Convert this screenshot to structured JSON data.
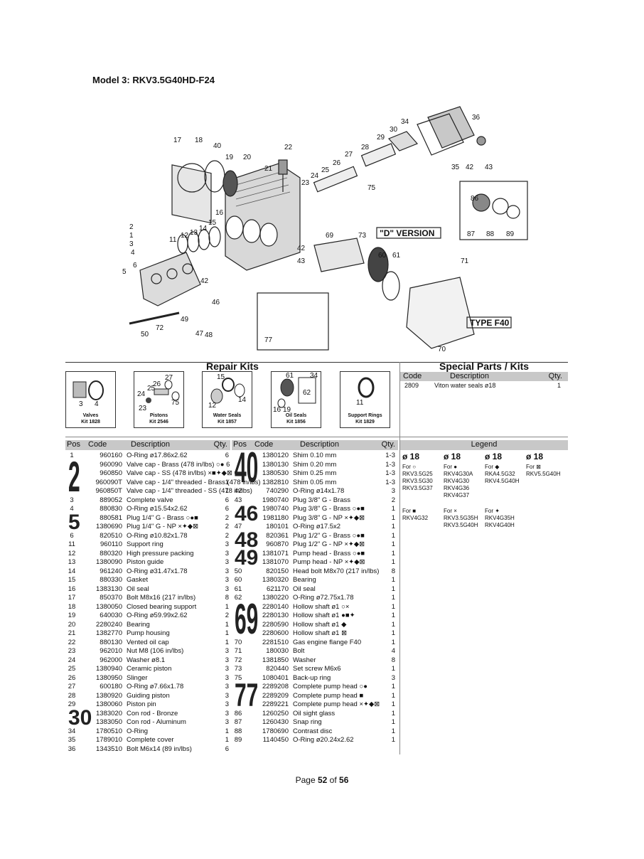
{
  "model_title": "Model 3: RKV3.5G40HD-F24",
  "diagram": {
    "callouts": [
      "17",
      "18",
      "40",
      "19",
      "20",
      "21",
      "22",
      "23",
      "24",
      "25",
      "26",
      "27",
      "28",
      "29",
      "30",
      "34",
      "36",
      "35",
      "42",
      "43",
      "75",
      "86",
      "87",
      "88",
      "89",
      "2",
      "1",
      "3",
      "4",
      "11",
      "12",
      "13",
      "14",
      "15",
      "16",
      "69",
      "73",
      "60",
      "61",
      "42",
      "43",
      "5",
      "6",
      "42",
      "46",
      "49",
      "47",
      "48",
      "50",
      "72",
      "71",
      "77",
      "70"
    ],
    "d_version_label": "\"D\" VERSION",
    "type_label": "TYPE F40"
  },
  "repair_kits": {
    "title": "Repair Kits",
    "kits": [
      {
        "name": "Valves",
        "kit": "Kit 1828",
        "parts": [
          "3",
          "4"
        ]
      },
      {
        "name": "Pistons",
        "kit": "Kit 2546",
        "parts": [
          "27",
          "26",
          "25",
          "24",
          "75",
          "23"
        ]
      },
      {
        "name": "Water Seals",
        "kit": "Kit 1857",
        "parts": [
          "15",
          "14",
          "12"
        ]
      },
      {
        "name": "Oil Seals",
        "kit": "Kit 1856",
        "parts": [
          "61",
          "34",
          "62",
          "16",
          "19"
        ]
      },
      {
        "name": "Support Rings",
        "kit": "Kit 1829",
        "parts": [
          "11"
        ]
      }
    ]
  },
  "special_parts": {
    "title": "Special Parts / Kits",
    "headers": {
      "code": "Code",
      "description": "Description",
      "qty": "Qty."
    },
    "rows": [
      {
        "code": "2809",
        "description": "Viton water seals ø18",
        "qty": "1"
      }
    ]
  },
  "parts_headers": {
    "pos": "Pos",
    "code": "Code",
    "description": "Description",
    "qty": "Qty."
  },
  "parts_left": [
    {
      "pos": "1",
      "code": "960160",
      "desc": "O-Ring ø17.86x2.62",
      "qty": "6"
    },
    {
      "pos": "",
      "code": "960090",
      "desc": "Valve cap - Brass (478 in/lbs) ○● 6",
      "qty": ""
    },
    {
      "pos": "",
      "code": "960850",
      "desc": "Valve cap - SS (478 in/lbs) ×■✦◆⊠ 6",
      "qty": ""
    },
    {
      "pos": "",
      "code": "960090T",
      "desc": "Valve cap - 1/4\" threaded - Brass (478 in/lbs)",
      "qty": "1"
    },
    {
      "pos": "",
      "code": "960850T",
      "desc": "Valve cap - 1/4\" threaded - SS (478 in/lbs)",
      "qty": "1"
    },
    {
      "pos": "3",
      "code": "889052",
      "desc": "Complete valve",
      "qty": "6"
    },
    {
      "pos": "4",
      "code": "880830",
      "desc": "O-Ring ø15.54x2.62",
      "qty": "6"
    },
    {
      "pos": "",
      "code": "880581",
      "desc": "Plug 1/4\" G - Brass ○●■",
      "qty": "2"
    },
    {
      "pos": "",
      "code": "1380690",
      "desc": "Plug 1/4\" G - NP ×✦◆⊠",
      "qty": "2"
    },
    {
      "pos": "6",
      "code": "820510",
      "desc": "O-Ring ø10.82x1.78",
      "qty": "2"
    },
    {
      "pos": "11",
      "code": "960110",
      "desc": "Support ring",
      "qty": "3"
    },
    {
      "pos": "12",
      "code": "880320",
      "desc": "High pressure packing",
      "qty": "3"
    },
    {
      "pos": "13",
      "code": "1380090",
      "desc": "Piston guide",
      "qty": "3"
    },
    {
      "pos": "14",
      "code": "961240",
      "desc": "O-Ring ø31.47x1.78",
      "qty": "3"
    },
    {
      "pos": "15",
      "code": "880330",
      "desc": "Gasket",
      "qty": "3"
    },
    {
      "pos": "16",
      "code": "1383130",
      "desc": "Oil seal",
      "qty": "3"
    },
    {
      "pos": "17",
      "code": "850370",
      "desc": "Bolt M8x16 (217 in/lbs)",
      "qty": "8"
    },
    {
      "pos": "18",
      "code": "1380050",
      "desc": "Closed bearing support",
      "qty": "1"
    },
    {
      "pos": "19",
      "code": "640030",
      "desc": "O-Ring ø59.99x2.62",
      "qty": "2"
    },
    {
      "pos": "20",
      "code": "2280240",
      "desc": "Bearing",
      "qty": "1"
    },
    {
      "pos": "21",
      "code": "1382770",
      "desc": "Pump housing",
      "qty": "1"
    },
    {
      "pos": "22",
      "code": "880130",
      "desc": "Vented oil cap",
      "qty": "1"
    },
    {
      "pos": "23",
      "code": "962010",
      "desc": "Nut M8 (106 in/lbs)",
      "qty": "3"
    },
    {
      "pos": "24",
      "code": "962000",
      "desc": "Washer ø8.1",
      "qty": "3"
    },
    {
      "pos": "25",
      "code": "1380940",
      "desc": "Ceramic piston",
      "qty": "3"
    },
    {
      "pos": "26",
      "code": "1380950",
      "desc": "Slinger",
      "qty": "3"
    },
    {
      "pos": "27",
      "code": "600180",
      "desc": "O-Ring ø7.66x1.78",
      "qty": "3"
    },
    {
      "pos": "28",
      "code": "1380920",
      "desc": "Guiding piston",
      "qty": "3"
    },
    {
      "pos": "29",
      "code": "1380060",
      "desc": "Piston pin",
      "qty": "3"
    },
    {
      "pos": "",
      "code": "1383020",
      "desc": "Con rod - Bronze",
      "qty": "3"
    },
    {
      "pos": "",
      "code": "1383050",
      "desc": "Con rod - Aluminum",
      "qty": "3"
    },
    {
      "pos": "34",
      "code": "1780510",
      "desc": "O-Ring",
      "qty": "1"
    },
    {
      "pos": "35",
      "code": "1789010",
      "desc": "Complete cover",
      "qty": "1"
    },
    {
      "pos": "36",
      "code": "1343510",
      "desc": "Bolt M6x14 (89 in/lbs)",
      "qty": "6"
    }
  ],
  "parts_left_groups": [
    {
      "label": "2",
      "row": 1,
      "span": 4
    },
    {
      "label": "5",
      "row": 7,
      "span": 2
    },
    {
      "label": "30",
      "row": 29,
      "span": 2
    }
  ],
  "parts_right": [
    {
      "pos": "",
      "code": "1380120",
      "desc": "Shim 0.10 mm",
      "qty": "1-3"
    },
    {
      "pos": "",
      "code": "1380130",
      "desc": "Shim 0.20 mm",
      "qty": "1-3"
    },
    {
      "pos": "",
      "code": "1380530",
      "desc": "Shim 0.25 mm",
      "qty": "1-3"
    },
    {
      "pos": "",
      "code": "1382810",
      "desc": "Shim 0.05 mm",
      "qty": "1-3"
    },
    {
      "pos": "42",
      "code": "740290",
      "desc": "O-Ring ø14x1.78",
      "qty": "3"
    },
    {
      "pos": "43",
      "code": "1980740",
      "desc": "Plug 3/8\" G - Brass",
      "qty": "2"
    },
    {
      "pos": "",
      "code": "1980740",
      "desc": "Plug 3/8\" G - Brass ○●■",
      "qty": "1"
    },
    {
      "pos": "",
      "code": "1981180",
      "desc": "Plug 3/8\" G - NP ×✦◆⊠",
      "qty": "1"
    },
    {
      "pos": "47",
      "code": "180101",
      "desc": "O-Ring ø17.5x2",
      "qty": "1"
    },
    {
      "pos": "",
      "code": "820361",
      "desc": "Plug 1/2\" G - Brass ○●■",
      "qty": "1"
    },
    {
      "pos": "",
      "code": "960870",
      "desc": "Plug 1/2\" G - NP ×✦◆⊠",
      "qty": "1"
    },
    {
      "pos": "",
      "code": "1381071",
      "desc": "Pump head - Brass ○●■",
      "qty": "1"
    },
    {
      "pos": "",
      "code": "1381070",
      "desc": "Pump head - NP ×✦◆⊠",
      "qty": "1"
    },
    {
      "pos": "50",
      "code": "820150",
      "desc": "Head bolt M8x70 (217 in/lbs)",
      "qty": "8"
    },
    {
      "pos": "60",
      "code": "1380320",
      "desc": "Bearing",
      "qty": "1"
    },
    {
      "pos": "61",
      "code": "621170",
      "desc": "Oil seal",
      "qty": "1"
    },
    {
      "pos": "62",
      "code": "1380220",
      "desc": "O-Ring ø72.75x1.78",
      "qty": "1"
    },
    {
      "pos": "",
      "code": "2280140",
      "desc": "Hollow shaft ø1 ○×",
      "qty": "1"
    },
    {
      "pos": "",
      "code": "2280130",
      "desc": "Hollow shaft ø1 ●■✦",
      "qty": "1"
    },
    {
      "pos": "",
      "code": "2280590",
      "desc": "Hollow shaft ø1 ◆",
      "qty": "1"
    },
    {
      "pos": "",
      "code": "2280600",
      "desc": "Hollow shaft ø1 ⊠",
      "qty": "1"
    },
    {
      "pos": "70",
      "code": "2281510",
      "desc": "Gas engine flange F40",
      "qty": "1"
    },
    {
      "pos": "71",
      "code": "180030",
      "desc": "Bolt",
      "qty": "4"
    },
    {
      "pos": "72",
      "code": "1381850",
      "desc": "Washer",
      "qty": "8"
    },
    {
      "pos": "73",
      "code": "820440",
      "desc": "Set screw M6x6",
      "qty": "1"
    },
    {
      "pos": "75",
      "code": "1080401",
      "desc": "Back-up ring",
      "qty": "3"
    },
    {
      "pos": "",
      "code": "2289208",
      "desc": "Complete pump head ○●",
      "qty": "1"
    },
    {
      "pos": "",
      "code": "2289209",
      "desc": "Complete pump head ■",
      "qty": "1"
    },
    {
      "pos": "",
      "code": "2289221",
      "desc": "Complete pump head ×✦◆⊠",
      "qty": "1"
    },
    {
      "pos": "86",
      "code": "1260250",
      "desc": "Oil sight glass",
      "qty": "1"
    },
    {
      "pos": "87",
      "code": "1260430",
      "desc": "Snap ring",
      "qty": "1"
    },
    {
      "pos": "88",
      "code": "1780690",
      "desc": "Contrast disc",
      "qty": "1"
    },
    {
      "pos": "89",
      "code": "1140450",
      "desc": "O-Ring ø20.24x2.62",
      "qty": "1"
    }
  ],
  "parts_right_groups": [
    {
      "label": "40",
      "row": 0,
      "span": 4
    },
    {
      "label": "46",
      "row": 6,
      "span": 2
    },
    {
      "label": "48",
      "row": 9,
      "span": 2
    },
    {
      "label": "49",
      "row": 11,
      "span": 2
    },
    {
      "label": "69",
      "row": 17,
      "span": 4
    },
    {
      "label": "77",
      "row": 26,
      "span": 3
    }
  ],
  "legend": {
    "title": "Legend",
    "columns": [
      {
        "dia": "ø 18",
        "for1": "For ○",
        "models1": [
          "RKV3.5G25",
          "RKV3.5G30",
          "RKV3.5G37"
        ],
        "for2": "For ■",
        "models2": [
          "RKV4G32"
        ]
      },
      {
        "dia": "ø 18",
        "for1": "For ●",
        "models1": [
          "RKV4G30A",
          "RKV4G30",
          "RKV4G36",
          "RKV4G37"
        ],
        "for2": "For ×",
        "models2": [
          "RKV3.5G35H",
          "RKV3.5G40H"
        ]
      },
      {
        "dia": "ø 18",
        "for1": "For ◆",
        "models1": [
          "RKA4.5G32",
          "RKV4.5G40H"
        ],
        "for2": "For ✦",
        "models2": [
          "RKV4G35H",
          "RKV4G40H"
        ]
      },
      {
        "dia": "ø 18",
        "for1": "For ⊠",
        "models1": [
          "RKV5.5G40H"
        ],
        "for2": "",
        "models2": []
      }
    ]
  },
  "pager": {
    "prefix": "Page ",
    "current": "52",
    "mid": " of ",
    "total": "56"
  }
}
